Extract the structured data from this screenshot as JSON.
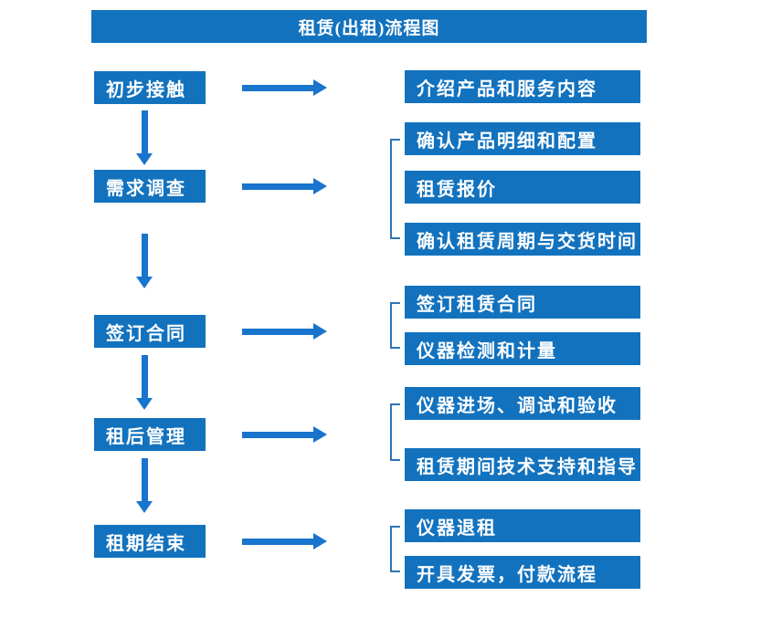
{
  "title": "租赁(出租)流程图",
  "colors": {
    "primary": "#1272BE",
    "arrow": "#1874CC",
    "bracket": "#2E75B6",
    "text": "#FFFFFF",
    "background": "#FFFFFF"
  },
  "steps": [
    {
      "label": "初步接触",
      "details": [
        "介绍产品和服务内容"
      ]
    },
    {
      "label": "需求调查",
      "details": [
        "确认产品明细和配置",
        "租赁报价",
        "确认租赁周期与交货时间"
      ]
    },
    {
      "label": "签订合同",
      "details": [
        "签订租赁合同",
        "仪器检测和计量"
      ]
    },
    {
      "label": "租后管理",
      "details": [
        "仪器进场、调试和验收",
        "租赁期间技术支持和指导"
      ]
    },
    {
      "label": "租期结束",
      "details": [
        "仪器退租",
        "开具发票，付款流程"
      ]
    }
  ]
}
